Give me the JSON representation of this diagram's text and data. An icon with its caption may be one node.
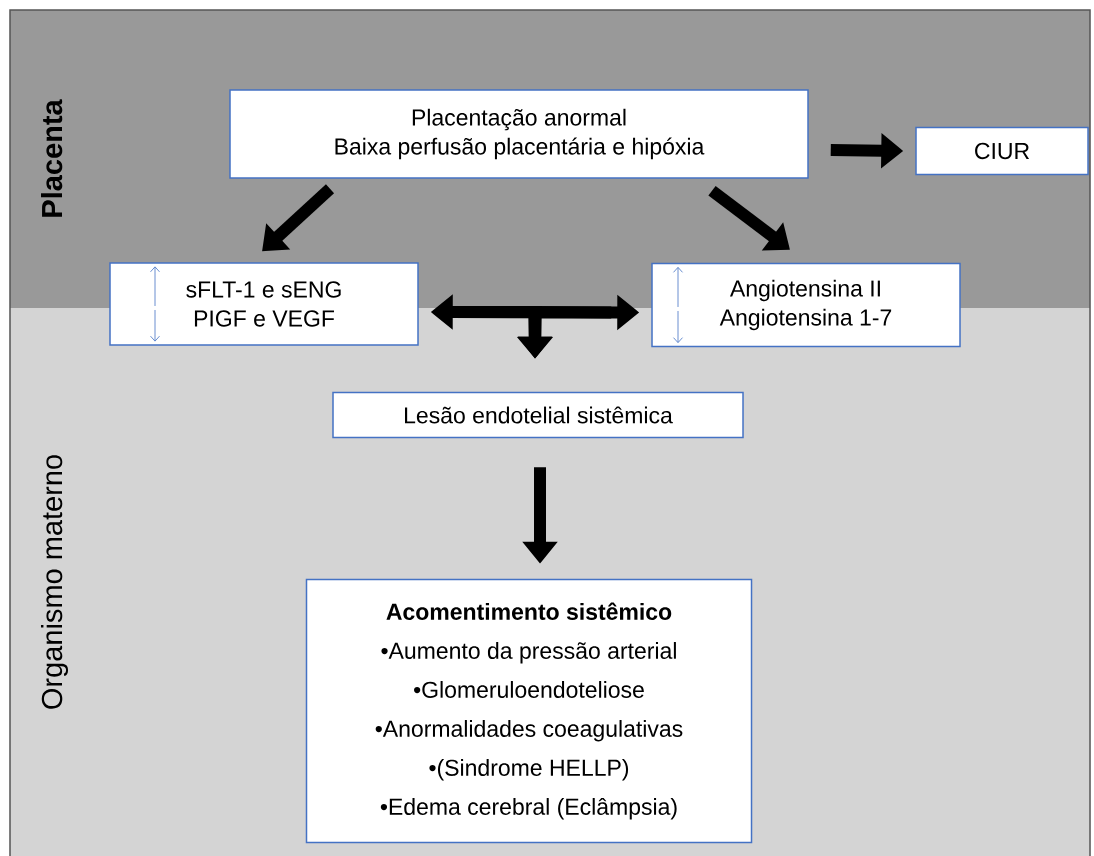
{
  "diagram": {
    "nodes": [
      {
        "text": [
          "Placenta"
        ]
      },
      {
        "text": [
          "Placentação anormal",
          "Baixa perfusão placentária e hipóxia"
        ],
        "in": 0
      },
      {
        "text": [
          "CIUR"
        ],
        "in": 0
      },
      {
        "text": [
          "Organismo materno"
        ]
      },
      {
        "text": [
          "sFLT-1 e sENG",
          "PIGF e VEGF"
        ]
      },
      {
        "text": [
          "Angiotensina II",
          "Angiotensina 1-7"
        ]
      },
      {
        "text": [
          "Lesão endotelial sistêmica"
        ],
        "in": 3
      },
      {
        "text": [
          "Acomentimento sistêmico",
          "•Aumento da pressão arterial",
          "•Glomeruloendoteliose",
          "•Anormalidades coeagulativas",
          "•(Sindrome HELLP)",
          "•Edema cerebral (Eclâmpsia)"
        ],
        "in": 3
      }
    ],
    "edges": [
      {
        "from": 1,
        "to": 2,
        "arrow": "to"
      },
      {
        "from": 1,
        "to": 4,
        "arrow": "to"
      },
      {
        "from": 1,
        "to": 5,
        "arrow": "to"
      },
      {
        "from": 4,
        "to": 5,
        "arrow": "both"
      },
      {
        "from": 4,
        "to": 6,
        "arrow": "to"
      },
      {
        "from": 5,
        "to": 6,
        "arrow": "to"
      },
      {
        "from": 6,
        "to": 7,
        "arrow": "to"
      }
    ]
  }
}
